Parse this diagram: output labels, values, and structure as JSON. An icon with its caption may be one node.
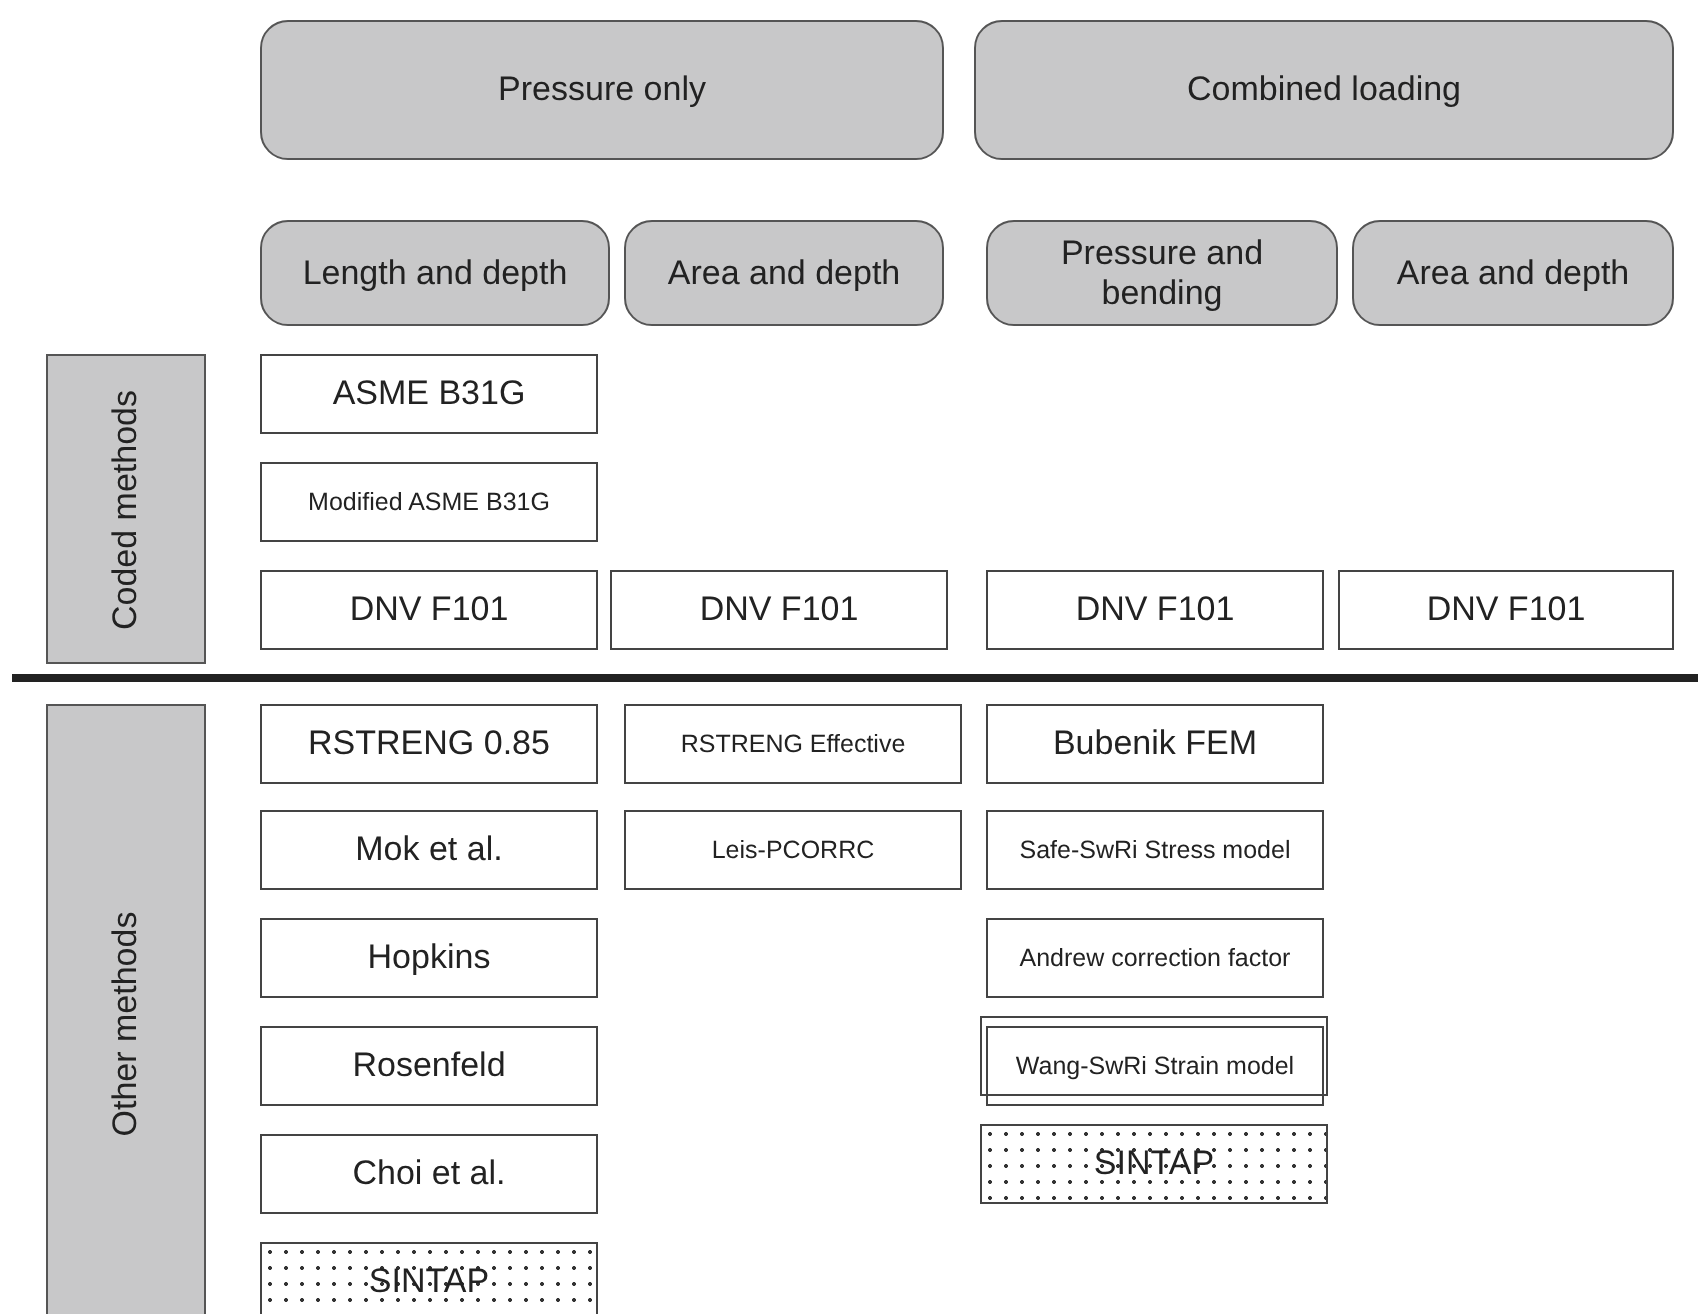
{
  "diagram": {
    "nodes": [
      {
        "text": [
          "Pressure only"
        ]
      },
      {
        "text": [
          "Combined loading"
        ]
      },
      {
        "text": [
          "Length and depth"
        ]
      },
      {
        "text": [
          "Area and depth"
        ]
      },
      {
        "text": [
          "Pressure and bending"
        ]
      },
      {
        "text": [
          "Area and depth"
        ]
      },
      {
        "text": [
          "Coded methods"
        ]
      },
      {
        "text": [
          "ASME B31G"
        ]
      },
      {
        "text": [
          "Modified ASME B31G"
        ]
      },
      {
        "text": [
          "DNV F101"
        ]
      },
      {
        "text": [
          "DNV F101"
        ]
      },
      {
        "text": [
          "DNV F101"
        ]
      },
      {
        "text": [
          "DNV F101"
        ]
      },
      {
        "text": [
          "Other methods"
        ]
      },
      {
        "text": [
          "RSTRENG 0.85"
        ]
      },
      {
        "text": [
          "RSTRENG Effective"
        ]
      },
      {
        "text": [
          "Bubenik FEM"
        ]
      },
      {
        "text": [
          "Mok et al."
        ]
      },
      {
        "text": [
          "Leis-PCORRC"
        ]
      },
      {
        "text": [
          "Safe-SwRi Stress model"
        ]
      },
      {
        "text": [
          "Hopkins"
        ]
      },
      {
        "text": [
          "Andrew correction factor"
        ]
      },
      {
        "text": [
          "Rosenfeld"
        ]
      },
      {
        "text": [
          "Wang-SwRi Strain model"
        ]
      },
      {
        "text": [
          "SINTAP"
        ]
      },
      {
        "text": [
          "Choi et al."
        ]
      },
      {
        "text": [
          "SINTAP"
        ]
      }
    ]
  }
}
